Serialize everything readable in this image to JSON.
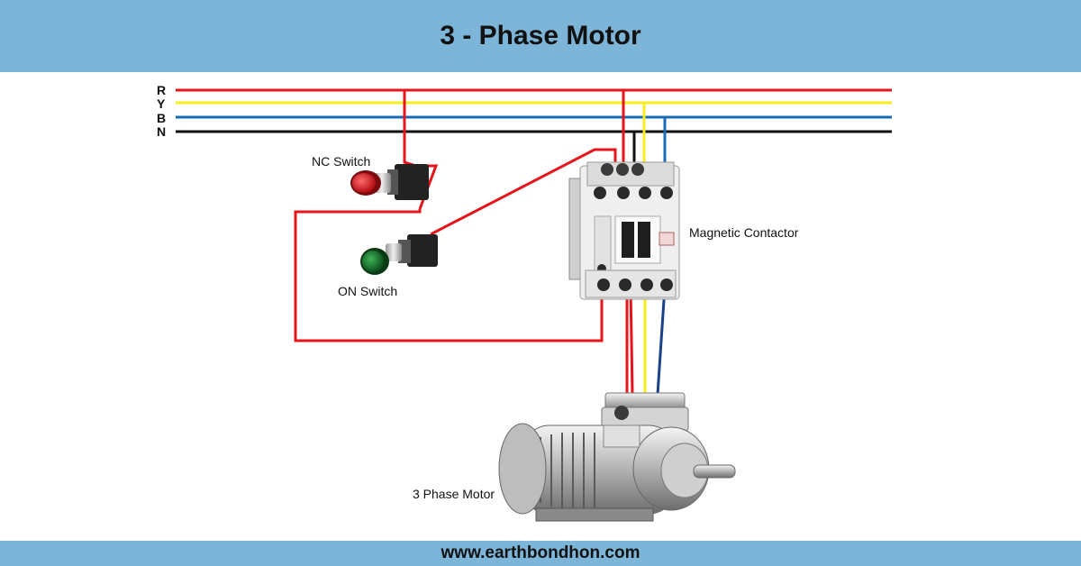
{
  "header": {
    "title": "3 - Phase Motor"
  },
  "footer": {
    "website": "www.earthbondhon.com"
  },
  "lines": [
    {
      "label": "R",
      "color": "#e8141b"
    },
    {
      "label": "Y",
      "color": "#f7ee1b"
    },
    {
      "label": "B",
      "color": "#1a6bb5"
    },
    {
      "label": "N",
      "color": "#111111"
    }
  ],
  "components": {
    "nc_switch": "NC Switch",
    "on_switch": "ON Switch",
    "contactor": "Magnetic Contactor",
    "motor": "3 Phase Motor"
  },
  "colors": {
    "banner": "#7db5d8",
    "nc_button": "#d8191f",
    "on_button": "#1a7a2e"
  }
}
